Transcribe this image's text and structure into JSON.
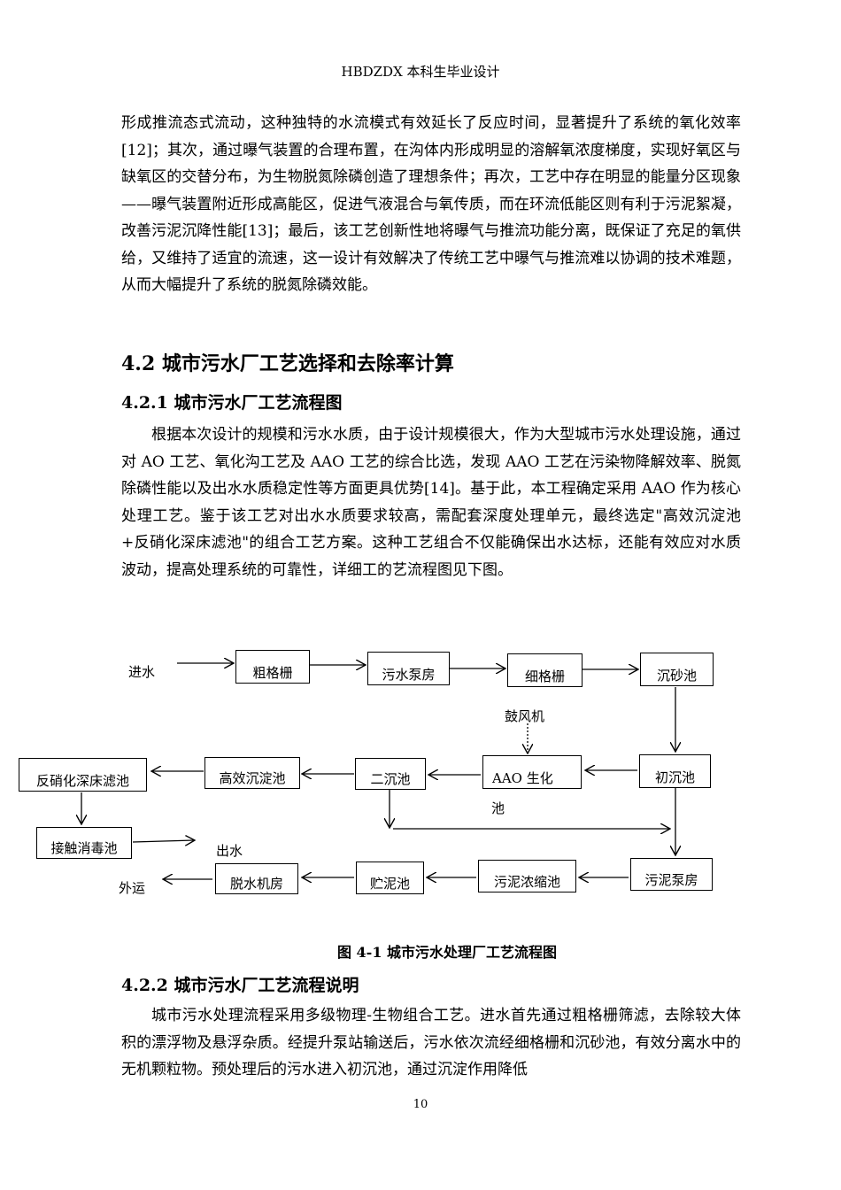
{
  "header": "HBDZDX 本科生毕业设计",
  "paragraph_top": "形成推流态式流动，这种独特的水流模式有效延长了反应时间，显著提升了系统的氧化效率[12]；其次，通过曝气装置的合理布置，在沟体内形成明显的溶解氧浓度梯度，实现好氧区与缺氧区的交替分布，为生物脱氮除磷创造了理想条件；再次，工艺中存在明显的能量分区现象——曝气装置附近形成高能区，促进气液混合与氧传质，而在环流低能区则有利于污泥絮凝，改善污泥沉降性能[13]；最后，该工艺创新性地将曝气与推流功能分离，既保证了充足的氧供给，又维持了适宜的流速，这一设计有效解决了传统工艺中曝气与推流难以协调的技术难题，从而大幅提升了系统的脱氮除磷效能。",
  "section_title": "4.2 城市污水厂工艺选择和去除率计算",
  "subsection1_title": "4.2.1 城市污水厂工艺流程图",
  "paragraph_mid": "根据本次设计的规模和污水水质，由于设计规模很大，作为大型城市污水处理设施，通过对 AO 工艺、氧化沟工艺及 AAO 工艺的综合比选，发现 AAO 工艺在污染物降解效率、脱氮除磷性能以及出水水质稳定性等方面更具优势[14]。基于此，本工程确定采用 AAO 作为核心处理工艺。鉴于该工艺对出水水质要求较高，需配套深度处理单元，最终选定\"高效沉淀池+反硝化深床滤池\"的组合工艺方案。这种工艺组合不仅能确保出水达标，还能有效应对水质波动，提高处理系统的可靠性，详细工的艺流程图见下图。",
  "diagram": {
    "inlet": "进水",
    "coarse_screen": "粗格栅",
    "pump_house": "污水泵房",
    "fine_screen": "细格栅",
    "grit_chamber": "沉砂池",
    "blower": "鼓风机",
    "primary_clarifier": "初沉池",
    "aao_line1": "AAO 生化",
    "aao_line2": "池",
    "secondary_clarifier": "二沉池",
    "high_eff_sedimentation": "高效沉淀池",
    "denitrification_filter": "反硝化深床滤池",
    "contact_disinfection": "接触消毒池",
    "outlet": "出水",
    "sludge_pump": "污泥泵房",
    "sludge_thickener": "污泥浓缩池",
    "sludge_storage": "贮泥池",
    "dewatering": "脱水机房",
    "haul_away": "外运"
  },
  "figure_caption": "图 4-1 城市污水处理厂工艺流程图",
  "subsection2_title": "4.2.2 城市污水厂工艺流程说明",
  "paragraph_bottom": "城市污水处理流程采用多级物理-生物组合工艺。进水首先通过粗格栅筛滤，去除较大体积的漂浮物及悬浮杂质。经提升泵站输送后，污水依次流经细格栅和沉砂池，有效分离水中的无机颗粒物。预处理后的污水进入初沉池，通过沉淀作用降低",
  "page_number": "10"
}
